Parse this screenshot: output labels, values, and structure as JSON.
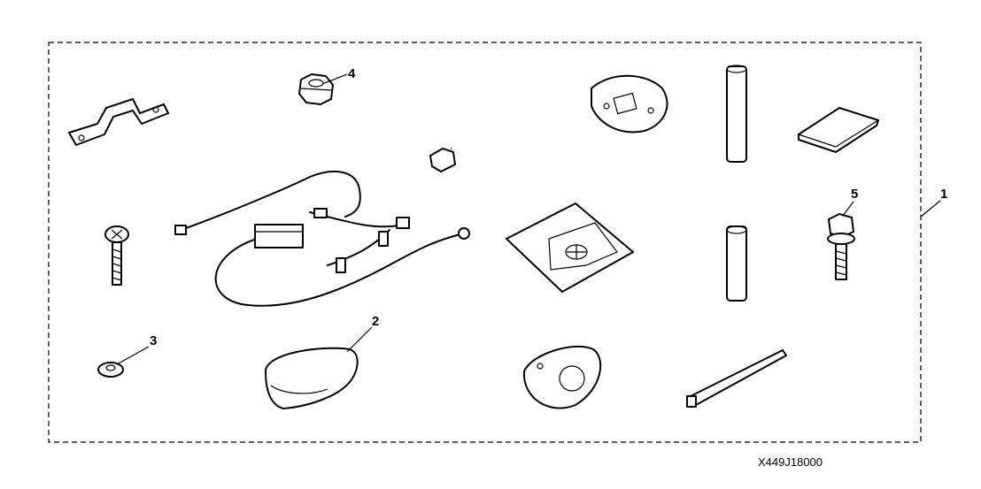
{
  "diagram": {
    "callouts": [
      "1",
      "2",
      "3",
      "4",
      "5"
    ],
    "code": "X449J18000"
  }
}
